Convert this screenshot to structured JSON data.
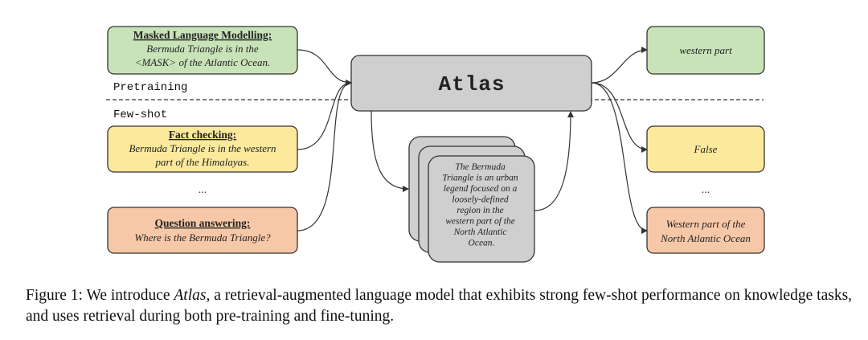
{
  "model": {
    "name": "Atlas"
  },
  "sections": {
    "pretraining": "Pretraining",
    "few_shot": "Few-shot"
  },
  "inputs": [
    {
      "heading": "Masked Language Modelling:",
      "line1": "Bermuda Triangle is in the",
      "line2": "<MASK> of the Atlantic Ocean."
    },
    {
      "heading": "Fact checking:",
      "line1": "Bermuda Triangle is in the western",
      "line2": "part of the Himalayas."
    },
    {
      "heading": "Question answering:",
      "line1": "Where is the Bermuda Triangle?"
    }
  ],
  "outputs": [
    {
      "line1": "western part"
    },
    {
      "line1": "False"
    },
    {
      "line1": "Western part of the",
      "line2": "North Atlantic Ocean"
    }
  ],
  "ellipsis": "...",
  "retrieved_doc": [
    "The Bermuda",
    "Triangle is an urban",
    "legend focused on a",
    "loosely-defined",
    "region in the",
    "western part of the",
    "North Atlantic",
    "Ocean."
  ],
  "caption": {
    "label": "Figure 1:",
    "pre": "We introduce",
    "name": "Atlas",
    "post": ", a retrieval-augmented language model that exhibits strong few-shot performance on knowledge tasks, and uses retrieval during both pre-training and fine-tuning."
  },
  "colors": {
    "green": "#c9e3b9",
    "yellow": "#fce99b",
    "orange": "#f7c8a8",
    "gray": "#cfcfcf"
  }
}
